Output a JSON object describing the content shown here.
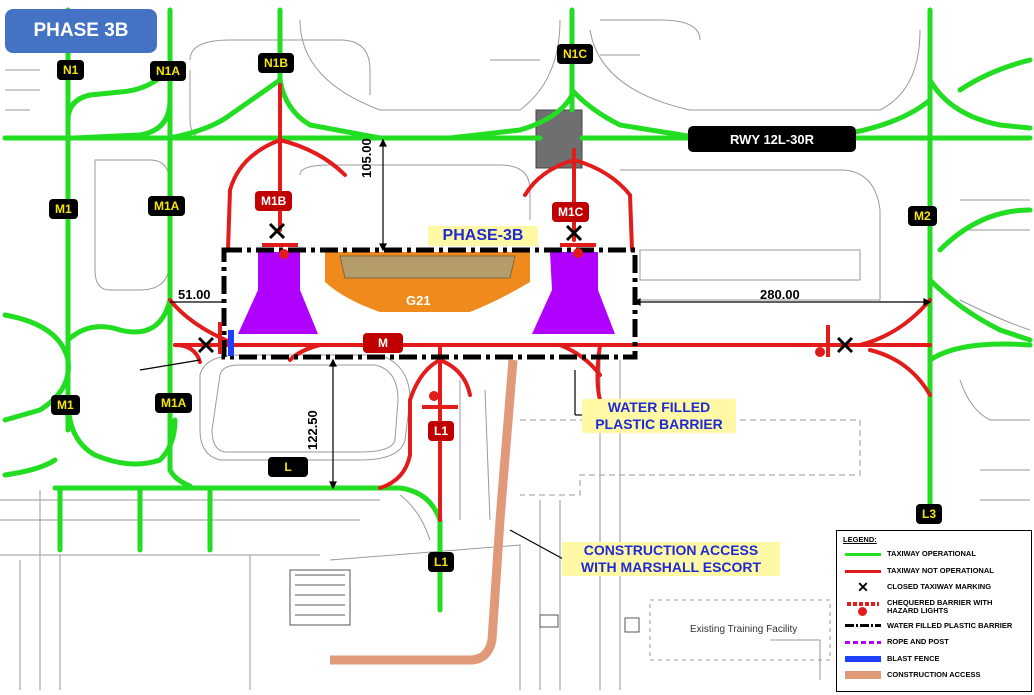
{
  "phase_label": "PHASE 3B",
  "phase_callout": "PHASE-3B",
  "runway_label": "RWY 12L-30R",
  "apron_label": "G21",
  "taxiway_labels_yellow": {
    "n1": "N1",
    "n1a": "N1A",
    "n1b": "N1B",
    "n1c": "N1C",
    "m1_top": "M1",
    "m1a_top": "M1A",
    "m2": "M2",
    "m1_bottom": "M1",
    "m1a_bottom": "M1A",
    "l": "L",
    "l1_bottom": "L1",
    "l3": "L3"
  },
  "taxiway_labels_red": {
    "m1b": "M1B",
    "m1c": "M1C",
    "m": "M",
    "l1": "L1"
  },
  "dimensions": {
    "d105": "105.00",
    "d51": "51.00",
    "d280": "280.00",
    "d122": "122.50"
  },
  "callouts": {
    "water_barrier_line1": "WATER FILLED",
    "water_barrier_line2": "PLASTIC BARRIER",
    "construction_line1": "CONSTRUCTION ACCESS",
    "construction_line2": "WITH MARSHALL ESCORT"
  },
  "legend": {
    "title": "LEGEND:",
    "items": [
      {
        "label": "TAXIWAY OPERATIONAL",
        "symbol": "green-line-icon"
      },
      {
        "label": "TAXIWAY NOT OPERATIONAL",
        "symbol": "red-line-icon"
      },
      {
        "label": "CLOSED TAXIWAY MARKING",
        "symbol": "x-mark-icon"
      },
      {
        "label": "CHEQUERED BARRIER WITH HAZARD LIGHTS",
        "symbol": "chequered-barrier-icon"
      },
      {
        "label": "WATER FILLED PLASTIC BARRIER",
        "symbol": "dash-dot-line-icon"
      },
      {
        "label": "ROPE AND POST",
        "symbol": "purple-dashed-line-icon"
      },
      {
        "label": "BLAST FENCE",
        "symbol": "blue-bar-icon"
      },
      {
        "label": "CONSTRUCTION ACCESS",
        "symbol": "tan-bar-icon"
      }
    ]
  },
  "colors": {
    "operational": "#22dd22",
    "not_operational": "#e21b1b",
    "closed_area": "#b000ff",
    "apron_fill": "#f08a1c",
    "construction_access": "#e09a7a",
    "blast_fence": "#1f3fff",
    "phase_box": "#4472c4",
    "callout_bg": "#fff9a6",
    "callout_text": "#1f2bd1"
  },
  "plan_notes": {
    "existing_training_facility": "Existing Training Facility"
  }
}
